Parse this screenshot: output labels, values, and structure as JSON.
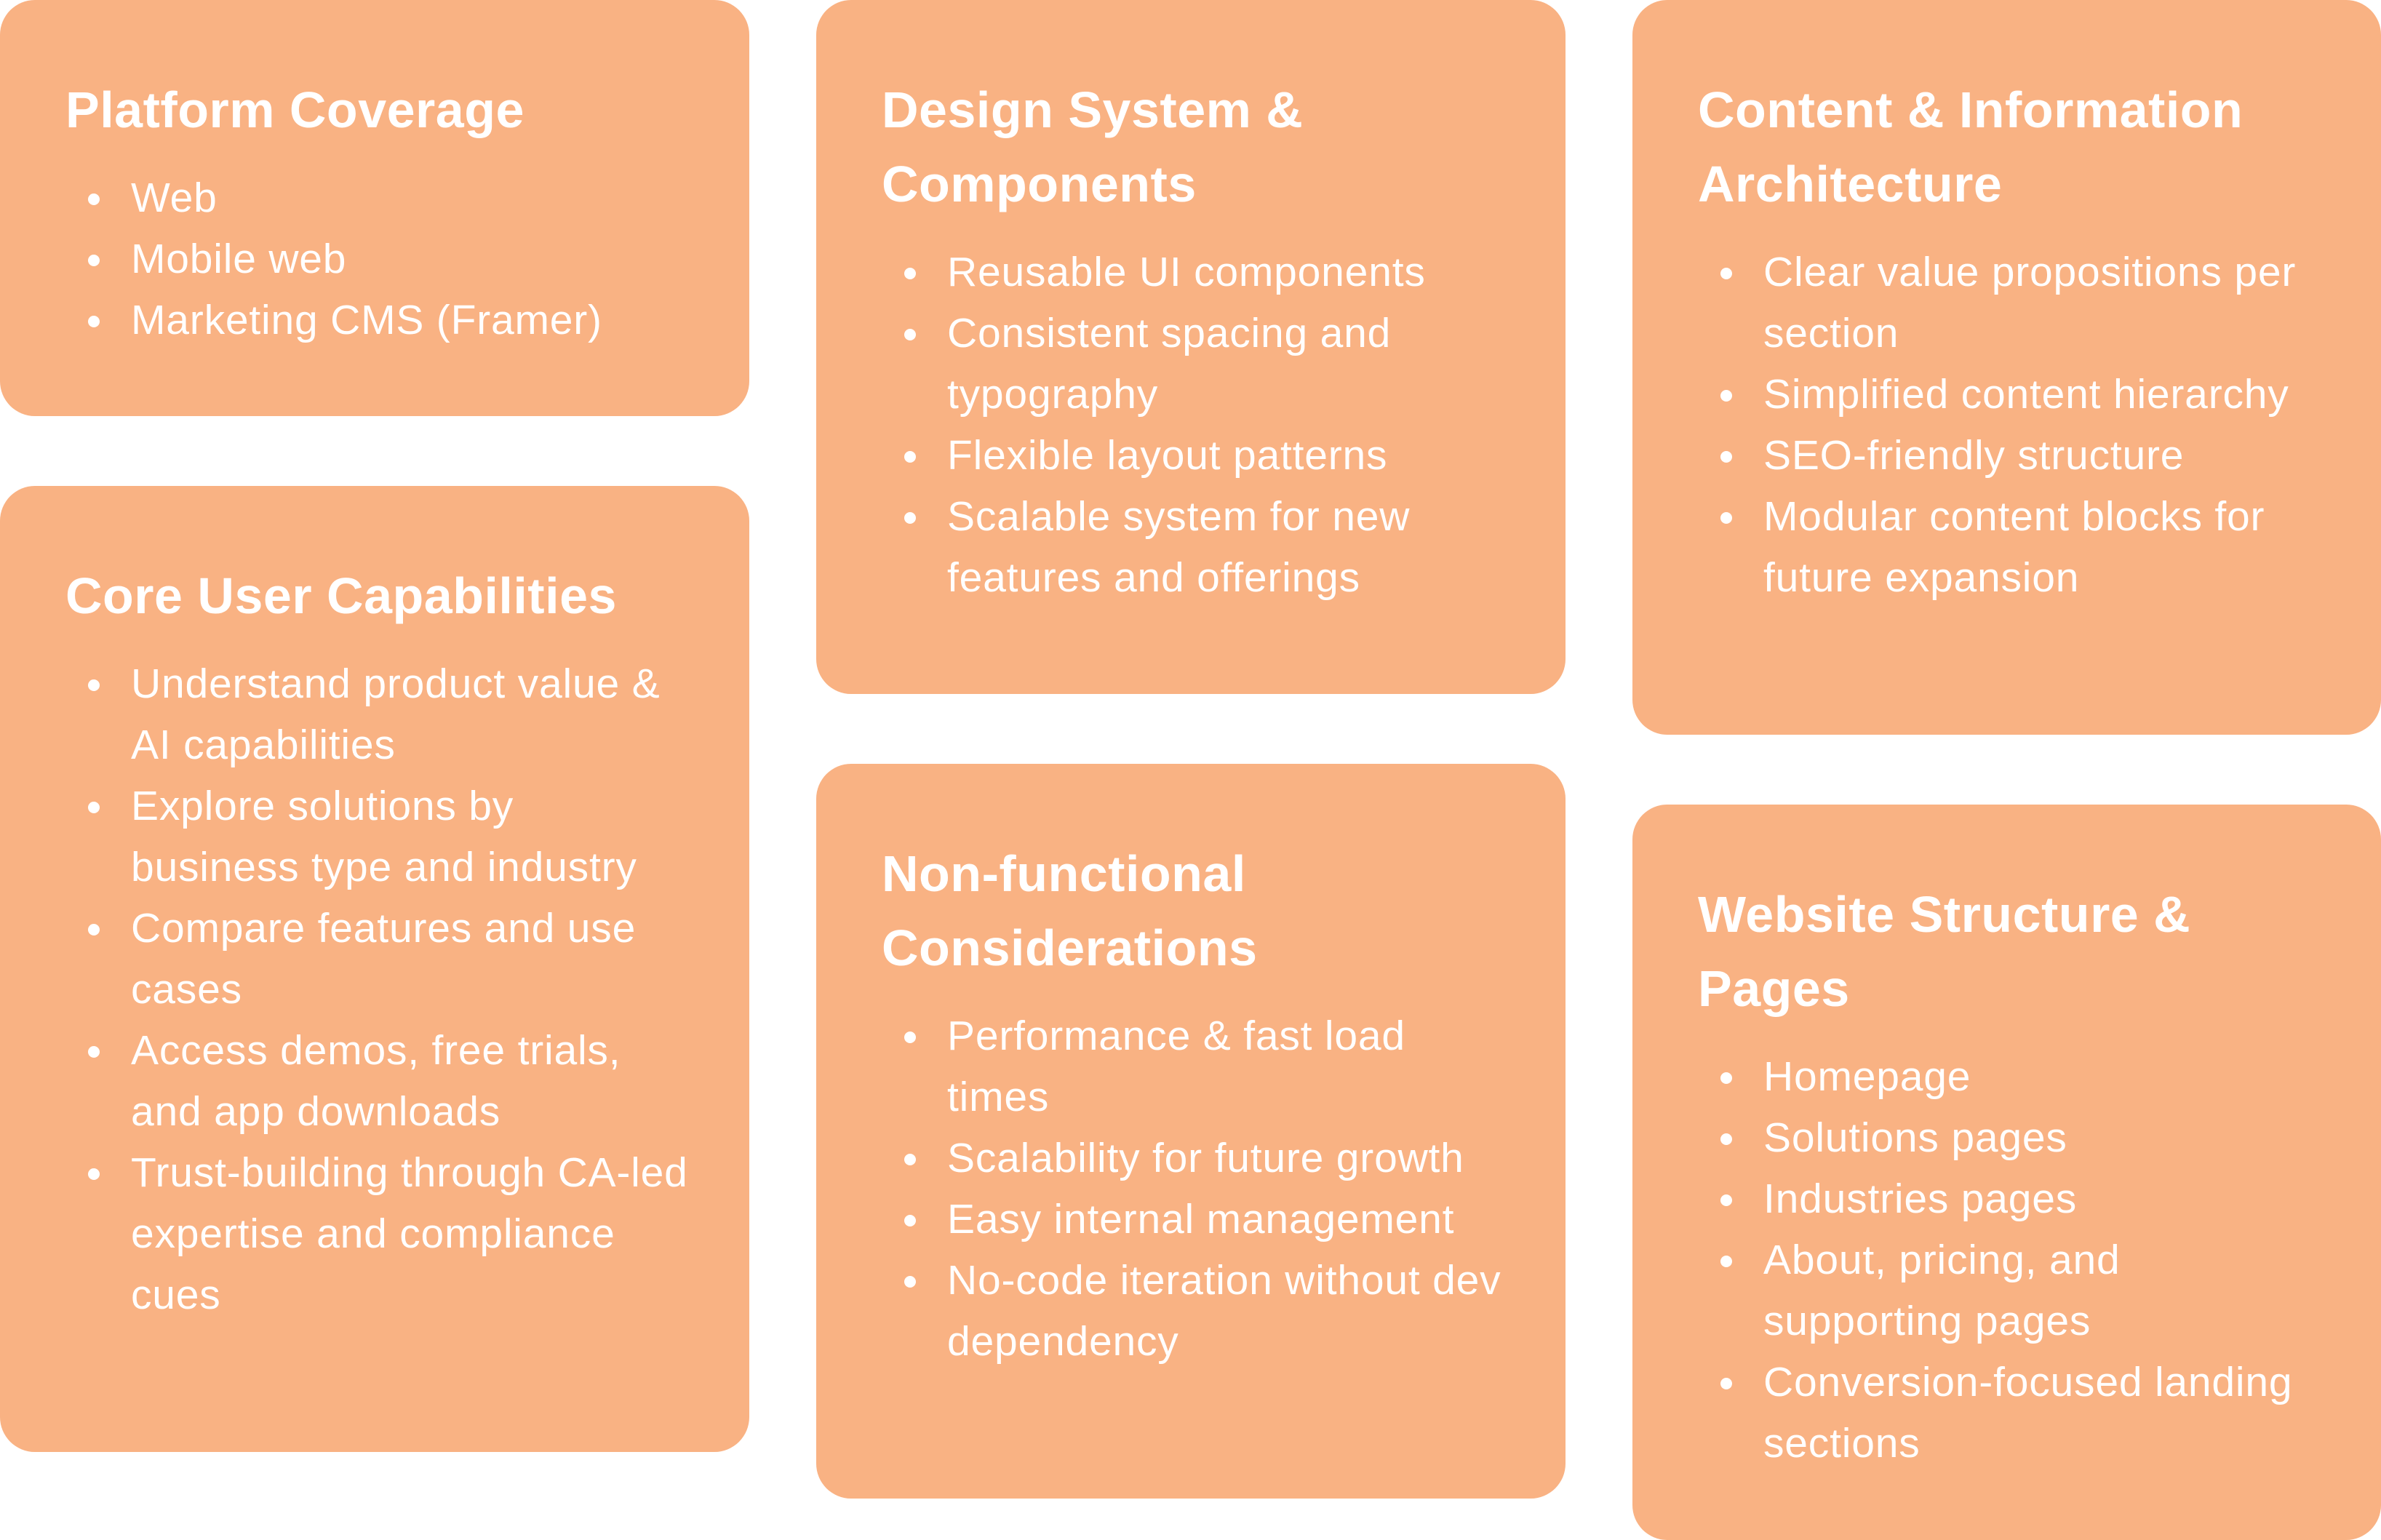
{
  "cards": [
    {
      "title": "Platform Coverage",
      "items": [
        "Web",
        "Mobile web",
        "Marketing CMS (Framer)"
      ]
    },
    {
      "title": "Core User Capabilities",
      "items": [
        "Understand product value & AI capabilities",
        "Explore solutions by business type and industry",
        "Compare features and use cases",
        "Access demos, free trials, and app downloads",
        "Trust-building through CA-led expertise and compliance cues"
      ]
    },
    {
      "title": "Design System & Components",
      "items": [
        "Reusable UI components",
        "Consistent spacing and typography",
        "Flexible layout patterns",
        "Scalable system for new features and offerings"
      ]
    },
    {
      "title": "Non-functional Considerations",
      "items": [
        "Performance & fast load times",
        "Scalability for future growth",
        "Easy internal management",
        "No-code iteration without dev dependency"
      ]
    },
    {
      "title": "Content & Information Architecture",
      "items": [
        "Clear value propositions per section",
        "Simplified content hierarchy",
        "SEO-friendly structure",
        "Modular content blocks for future expansion"
      ]
    },
    {
      "title": "Website Structure & Pages",
      "items": [
        "Homepage",
        "Solutions pages",
        "Industries pages",
        "About, pricing, and supporting pages",
        "Conversion-focused landing sections"
      ]
    }
  ],
  "colors": {
    "card_background": "#f9b283",
    "text": "#ffffff",
    "page_background": "#ffffff"
  }
}
